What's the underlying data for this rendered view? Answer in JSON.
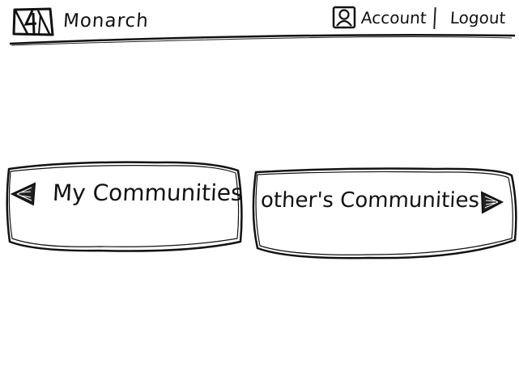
{
  "header": {
    "brand": "Monarch",
    "logo_icon": "monarch-logo-icon",
    "account_icon": "user-icon",
    "account_label": "Account",
    "logout_label": "Logout"
  },
  "main": {
    "cards": [
      {
        "label": "My Communities",
        "icon": "arrow-left-icon"
      },
      {
        "label": "other's Communities",
        "icon": "arrow-right-icon"
      }
    ]
  }
}
